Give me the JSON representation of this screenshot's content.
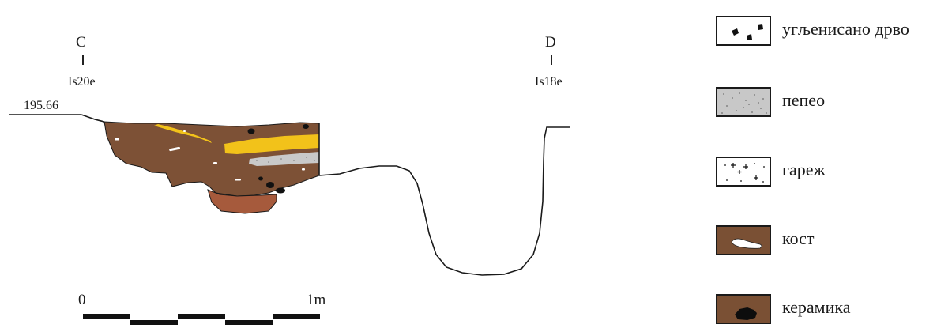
{
  "profile": {
    "point_left": "C",
    "point_right": "D",
    "code_left": "Is20e",
    "code_right": "Is18e",
    "elevation": "195.66"
  },
  "scale": {
    "start": "0",
    "end": "1m"
  },
  "legend": [
    {
      "key": "charcoal",
      "label": "угљенисано дрво",
      "color": "#ffffff",
      "icon": "charcoal-dots"
    },
    {
      "key": "ash",
      "label": "пепео",
      "color": "#c8c8c8",
      "icon": "speckled-gray"
    },
    {
      "key": "burnt",
      "label": "гареж",
      "color": "#ffffff",
      "icon": "crosses"
    },
    {
      "key": "bone",
      "label": "кост",
      "color": "#7a5034",
      "icon": "bone-shape"
    },
    {
      "key": "ceramic",
      "label": "керамика",
      "color": "#7a5034",
      "icon": "sherd-shape"
    }
  ],
  "colors": {
    "fill_brown": "#7d5136",
    "fill_red": "#a65a3c",
    "fill_yellow": "#f2c21a",
    "fill_ash": "#c9c9c9",
    "line": "#1a1a1a"
  }
}
